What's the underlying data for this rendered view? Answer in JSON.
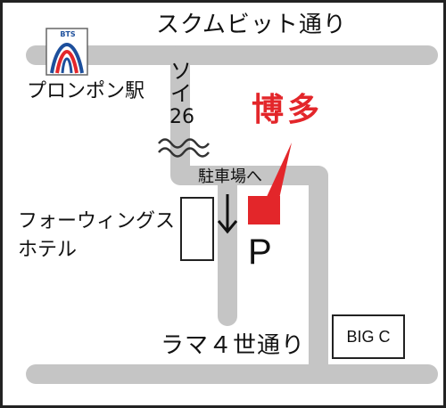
{
  "map": {
    "roads": {
      "top": "スクムビット通り",
      "bottom": "ラマ４世通り",
      "soi_label": "ソイ",
      "soi_number": "26"
    },
    "places": {
      "station": "プロンポン駅",
      "station_logo_text": "BTS",
      "destination": "博多",
      "hotel_line1": "フォーウィングス",
      "hotel_line2": "ホテル",
      "parking_direction": "駐車場へ",
      "parking_symbol": "P",
      "mall": "BIG C"
    },
    "colors": {
      "road": "#c5c5c5",
      "destination": "#e3262a",
      "logo_blue": "#1d4f9c",
      "logo_red": "#e3262a"
    }
  }
}
